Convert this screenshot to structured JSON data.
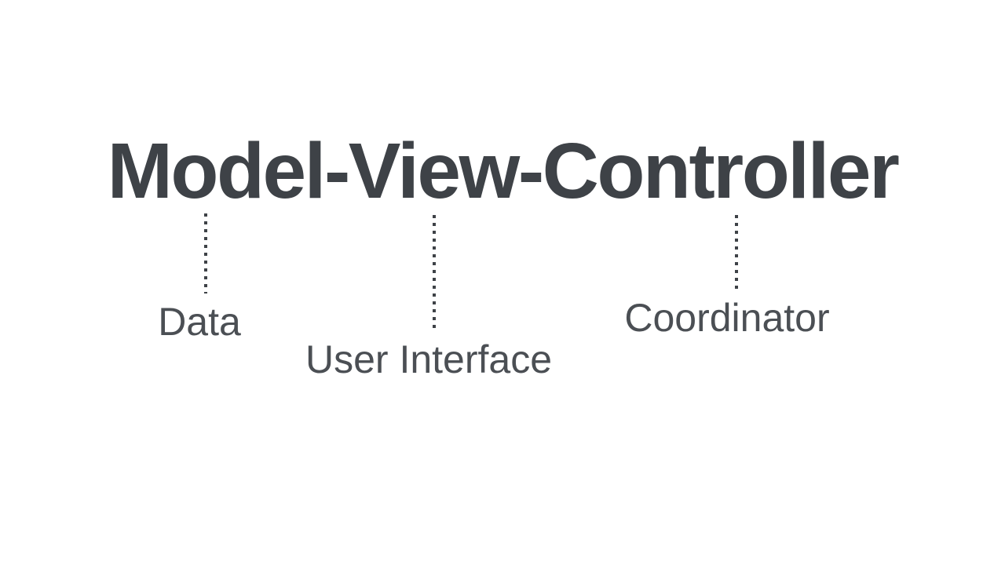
{
  "meta": {
    "kind": "presentation-slide",
    "background_color": "#ffffff"
  },
  "title": {
    "text": "Model-View-Controller",
    "color": "#3e4247"
  },
  "annotations": [
    {
      "component": "Model",
      "label": "Data"
    },
    {
      "component": "View",
      "label": "User Interface"
    },
    {
      "component": "Controller",
      "label": "Coordinator"
    }
  ],
  "connectors": [
    {
      "for": "Model",
      "style": "dotted-vertical"
    },
    {
      "for": "View",
      "style": "dotted-vertical"
    },
    {
      "for": "Controller",
      "style": "dotted-vertical"
    }
  ],
  "colors": {
    "title": "#3e4247",
    "labels": "#4b4f54",
    "connector_dots": "#3e4247",
    "background": "#ffffff"
  }
}
